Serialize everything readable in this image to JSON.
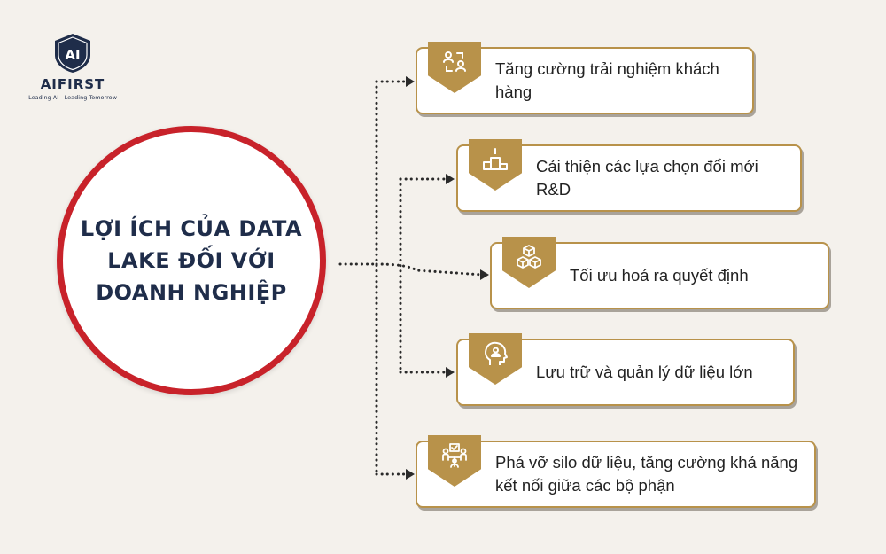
{
  "brand": {
    "name": "AIFIRST",
    "monogram": "AI",
    "tagline": "Leading AI - Leading Tomorrow",
    "color": "#1f2d4a"
  },
  "center": {
    "title": "LỢI ÍCH CỦA DATA LAKE ĐỐI VỚI DOANH NGHIỆP",
    "border_color": "#c8222a"
  },
  "accent_color": "#b8924a",
  "benefits": [
    {
      "icon": "customer-exchange-icon",
      "text": "Tăng cường trải nghiệm khách hàng"
    },
    {
      "icon": "podium-icon",
      "text": "Cải thiện các lựa chọn đổi mới R&D"
    },
    {
      "icon": "cubes-icon",
      "text": "Tối ưu hoá ra quyết định"
    },
    {
      "icon": "head-user-icon",
      "text": "Lưu trữ và quản lý dữ liệu lớn"
    },
    {
      "icon": "team-collaboration-icon",
      "text": "Phá vỡ silo dữ liệu, tăng cường khả năng kết nối giữa các bộ phận"
    }
  ]
}
